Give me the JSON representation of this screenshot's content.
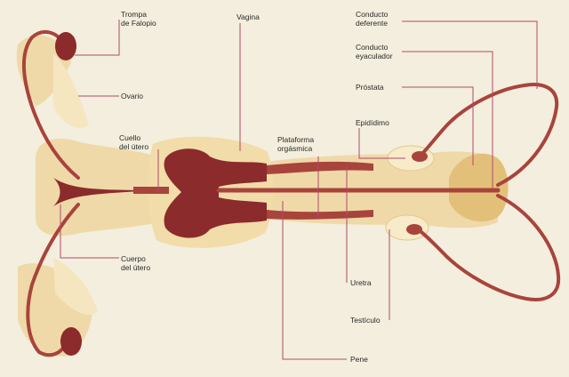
{
  "labels": {
    "trompa_1": "Trompa",
    "trompa_2": "de Falopio",
    "ovario": "Ovario",
    "cuello_1": "Cuello",
    "cuello_2": "del útero",
    "cuerpo_1": "Cuerpo",
    "cuerpo_2": "del útero",
    "vagina": "Vagina",
    "plataforma_1": "Plataforma",
    "plataforma_2": "orgásmica",
    "conducto_def_1": "Conducto",
    "conducto_def_2": "deferente",
    "conducto_eya_1": "Conducto",
    "conducto_eya_2": "eyaculador",
    "prostata": "Próstata",
    "epididimo": "Epidídimo",
    "uretra": "Uretra",
    "testiculo": "Testículo",
    "pene": "Pene"
  },
  "colors": {
    "background": "#f3eedd",
    "tissue_light": "#efd9a8",
    "tissue_pale": "#f7ebc9",
    "organ_dark": "#8b2b2b",
    "organ_mid": "#a8443c",
    "line_pink": "#b04a6a"
  }
}
